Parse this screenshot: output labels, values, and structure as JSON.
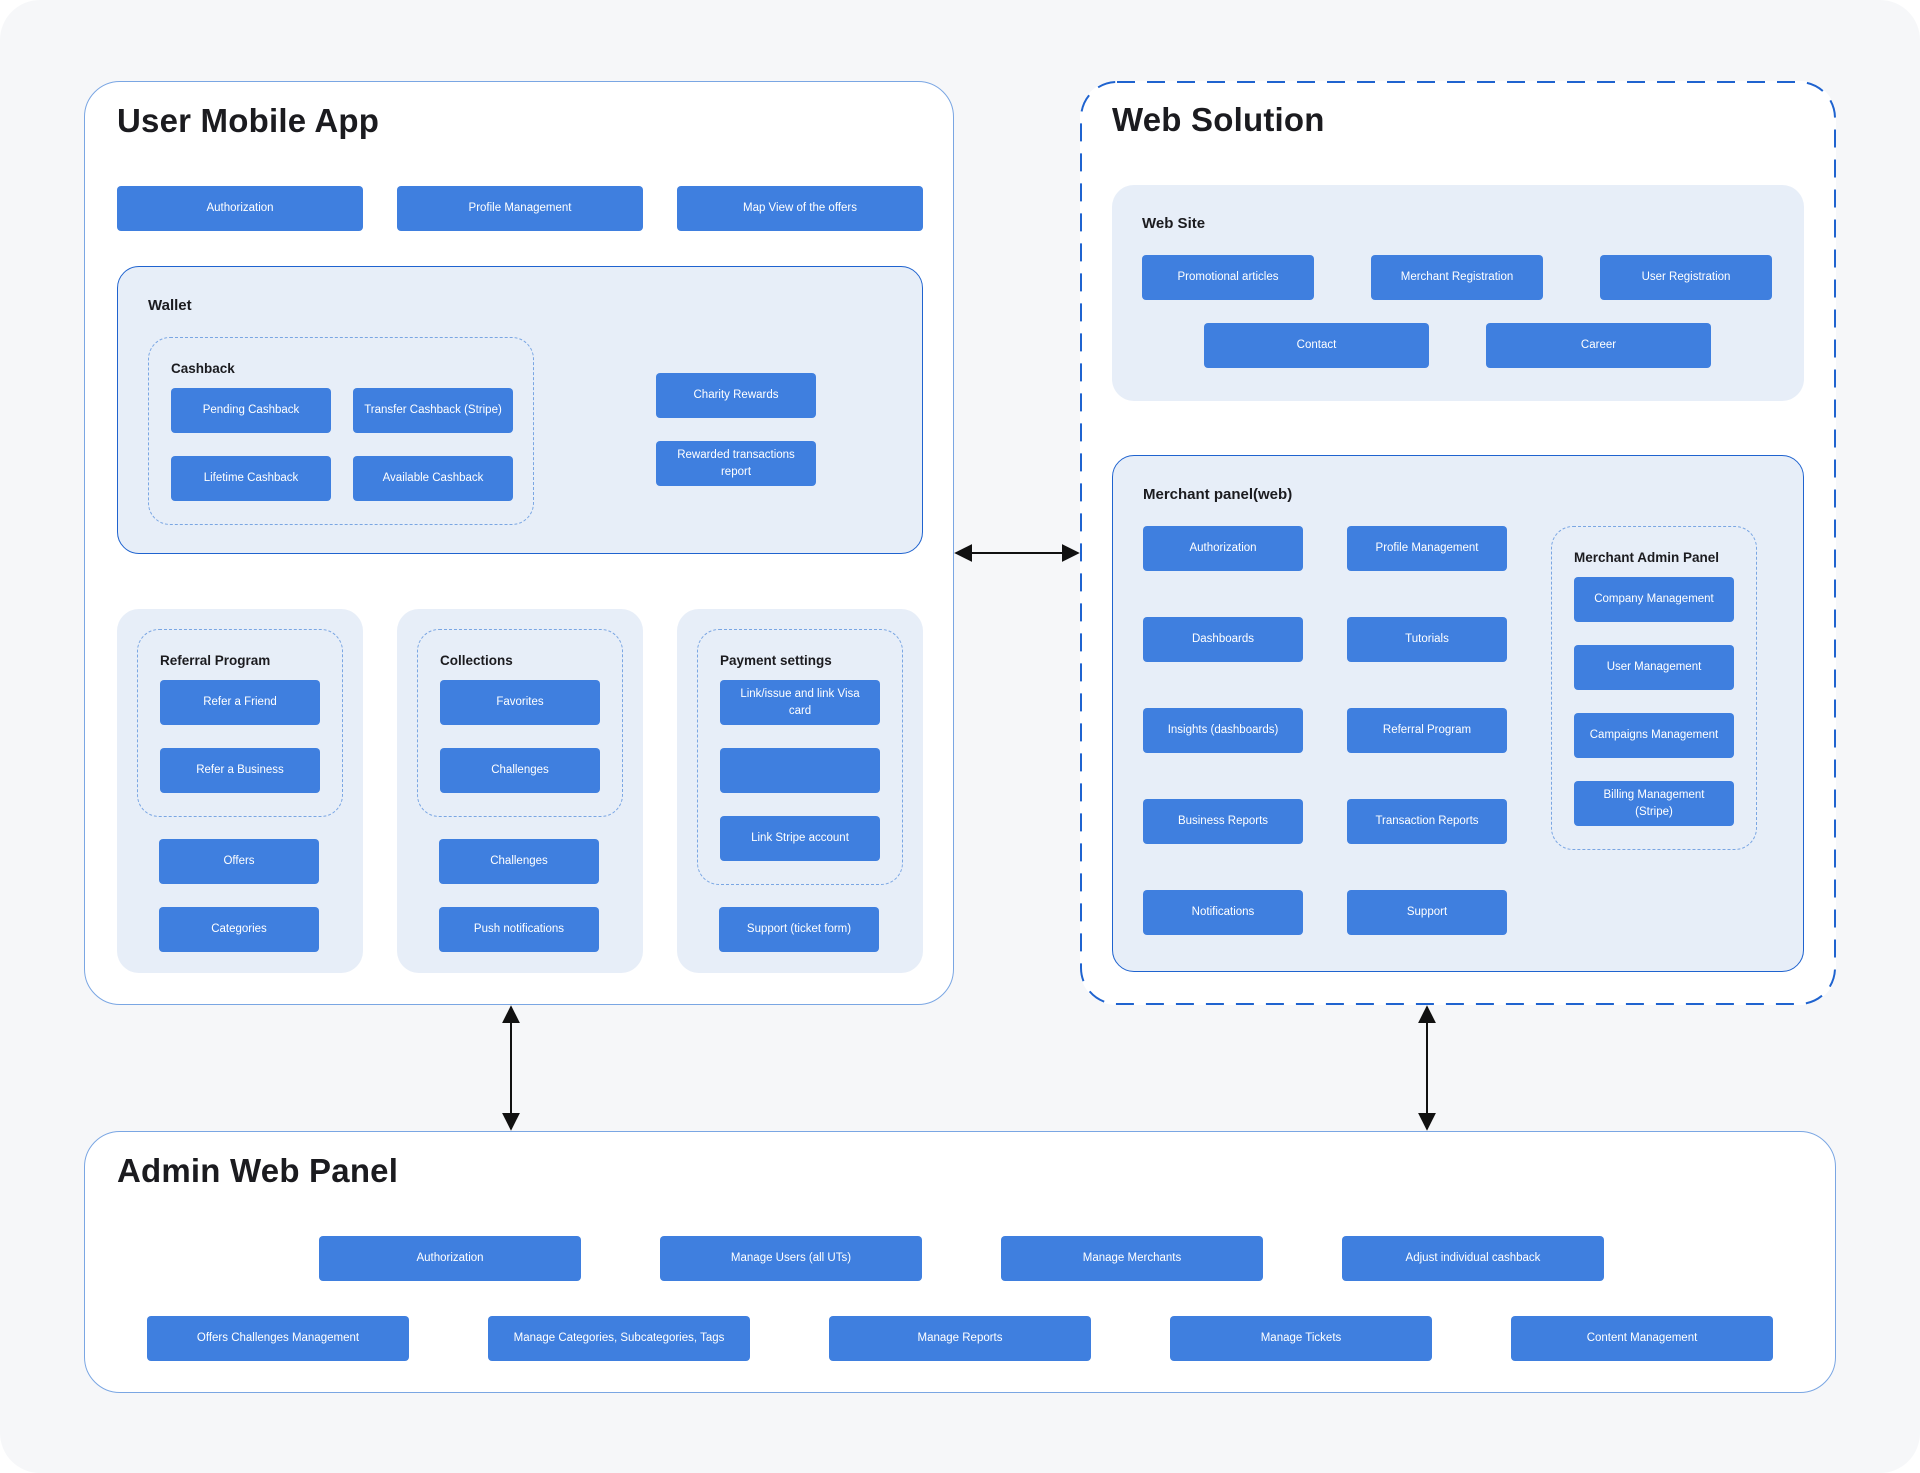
{
  "user_app": {
    "title": "User Mobile App",
    "top_buttons": [
      "Authorization",
      "Profile Management",
      "Map View of the offers"
    ],
    "wallet": {
      "title": "Wallet",
      "cashback": {
        "title": "Cashback",
        "items": [
          "Pending Cashback",
          "Transfer Cashback (Stripe)",
          "Lifetime Cashback",
          "Available Cashback"
        ]
      },
      "items": [
        "Charity Rewards",
        "Rewarded transactions report"
      ]
    },
    "referral": {
      "title": "Referral Program",
      "items": [
        "Refer a Friend",
        "Refer a Business"
      ],
      "extra": [
        "Offers",
        "Categories"
      ]
    },
    "collections": {
      "title": "Collections",
      "items": [
        "Favorites",
        "Challenges"
      ],
      "extra": [
        "Challenges",
        "Push notifications"
      ]
    },
    "payment": {
      "title": "Payment settings",
      "items": [
        "Link/issue and link Visa card",
        "",
        "Link Stripe account"
      ],
      "extra": [
        "Support (ticket form)"
      ]
    }
  },
  "web": {
    "title": "Web Solution",
    "site": {
      "title": "Web Site",
      "items": [
        "Promotional articles",
        "Merchant Registration",
        "User Registration",
        "Contact",
        "Career"
      ]
    },
    "merchant": {
      "title": "Merchant panel(web)",
      "col1": [
        "Authorization",
        "Dashboards",
        "Insights (dashboards)",
        "Business Reports",
        "Notifications"
      ],
      "col2": [
        "Profile Management",
        "Tutorials",
        "Referral Program",
        "Transaction Reports",
        "Support"
      ],
      "admin": {
        "title": "Merchant Admin Panel",
        "items": [
          "Company Management",
          "User Management",
          "Campaigns Management",
          "Billing Management (Stripe)"
        ]
      }
    }
  },
  "admin": {
    "title": "Admin Web Panel",
    "row1": [
      "Authorization",
      "Manage Users (all UTs)",
      "Manage Merchants",
      "Adjust individual cashback"
    ],
    "row2": [
      "Offers Challenges Management",
      "Manage Categories, Subcategories, Tags",
      "Manage Reports",
      "Manage Tickets",
      "Content Management"
    ]
  },
  "colors": {
    "button": "#3f7fdf",
    "button_text": "#ffffff",
    "group_fill": "#e7eef8",
    "outline_blue": "#1f63cf",
    "border_light": "#7aa6e3",
    "arrow": "#111111"
  }
}
